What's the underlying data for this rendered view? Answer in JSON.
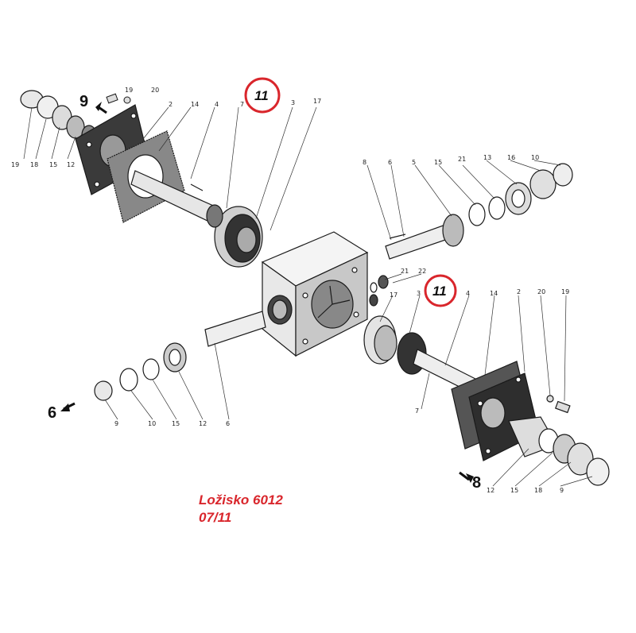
{
  "callouts": [
    {
      "label": "11"
    },
    {
      "label": "11"
    }
  ],
  "arrow_labels": {
    "top_left": "9",
    "bottom_left": "6",
    "bottom_right": "8"
  },
  "part_labels_top_left": [
    "19",
    "20",
    "2",
    "14",
    "4",
    "7",
    "3",
    "17",
    "19",
    "18",
    "15",
    "12"
  ],
  "part_labels_right_shaft": [
    "8",
    "6",
    "5",
    "15",
    "21",
    "13",
    "16",
    "10"
  ],
  "part_labels_center": [
    "21",
    "22",
    "17",
    "3"
  ],
  "part_labels_bottom_left": [
    "9",
    "10",
    "15",
    "12",
    "6"
  ],
  "part_labels_bottom_right": [
    "4",
    "14",
    "2",
    "20",
    "19",
    "7",
    "12",
    "15",
    "18",
    "9"
  ],
  "caption": {
    "line1": "Ložisko 6012",
    "line2": "07/11"
  },
  "colors": {
    "callout_ring": "#d9262c",
    "caption_text": "#d9262c",
    "ink": "#1a1a1a"
  }
}
